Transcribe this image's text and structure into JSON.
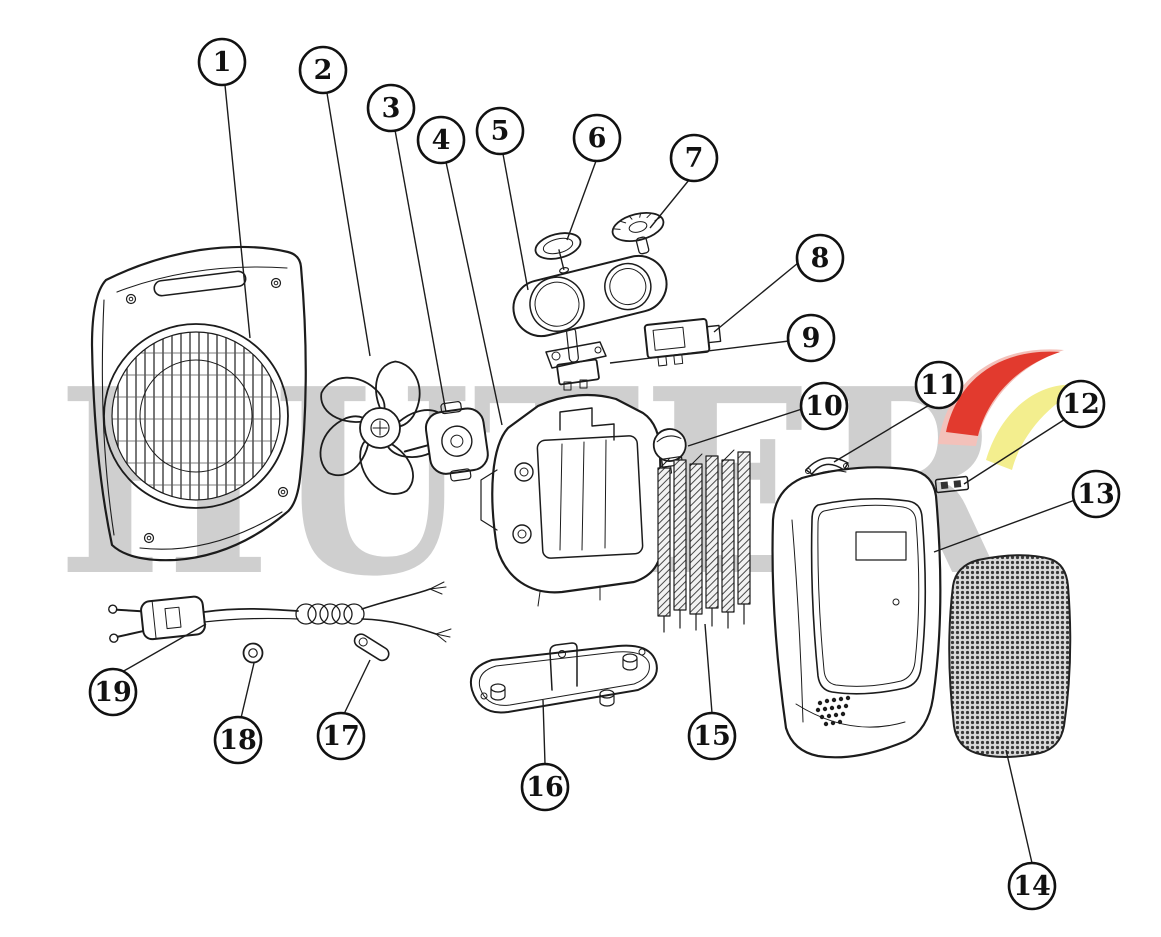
{
  "watermark": {
    "text": "HUTER"
  },
  "colors": {
    "line": "#1c1c1c",
    "watermark_gray": "#c7c7c7",
    "logo_red": "#e23a2e",
    "logo_pink": "#f3c1ba",
    "logo_yellow": "#f3ee8e",
    "background": "#ffffff"
  },
  "callouts": [
    {
      "num": "1"
    },
    {
      "num": "2"
    },
    {
      "num": "3"
    },
    {
      "num": "4"
    },
    {
      "num": "5"
    },
    {
      "num": "6"
    },
    {
      "num": "7"
    },
    {
      "num": "8"
    },
    {
      "num": "9"
    },
    {
      "num": "10"
    },
    {
      "num": "11"
    },
    {
      "num": "12"
    },
    {
      "num": "13"
    },
    {
      "num": "14"
    },
    {
      "num": "15"
    },
    {
      "num": "16"
    },
    {
      "num": "17"
    },
    {
      "num": "18"
    },
    {
      "num": "19"
    }
  ]
}
